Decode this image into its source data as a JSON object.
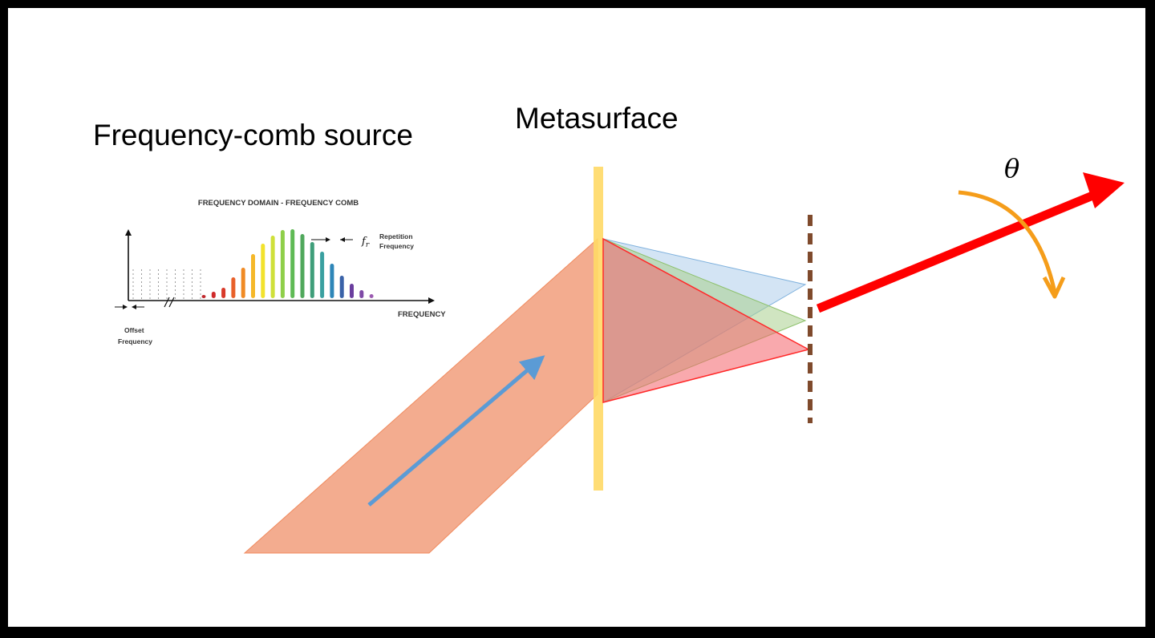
{
  "labels": {
    "source_title": "Frequency-comb source",
    "metasurface_title": "Metasurface",
    "angle_symbol": "θ"
  },
  "inset": {
    "title": "FREQUENCY DOMAIN - FREQUENCY COMB",
    "x_axis_label": "FREQUENCY",
    "offset_label_line1": "Offset",
    "offset_label_line2": "Frequency",
    "repetition_label_line1": "Repetition",
    "repetition_label_line2": "Frequency",
    "fr_symbol": "f",
    "fr_subscript": "r",
    "comb_teeth": [
      {
        "color": "#c0282d",
        "height": 0.03
      },
      {
        "color": "#cf2a2a",
        "height": 0.08
      },
      {
        "color": "#d83a2a",
        "height": 0.13
      },
      {
        "color": "#e8602a",
        "height": 0.26
      },
      {
        "color": "#f08a24",
        "height": 0.38
      },
      {
        "color": "#f5b82a",
        "height": 0.55
      },
      {
        "color": "#f2e22c",
        "height": 0.68
      },
      {
        "color": "#cfe03a",
        "height": 0.78
      },
      {
        "color": "#8fcf4a",
        "height": 0.85
      },
      {
        "color": "#5fba55",
        "height": 0.86
      },
      {
        "color": "#50a85c",
        "height": 0.8
      },
      {
        "color": "#3f9e7a",
        "height": 0.7
      },
      {
        "color": "#3aa0a0",
        "height": 0.58
      },
      {
        "color": "#2e86b8",
        "height": 0.43
      },
      {
        "color": "#3a62a8",
        "height": 0.28
      },
      {
        "color": "#6a3e9e",
        "height": 0.18
      },
      {
        "color": "#7e4aa6",
        "height": 0.1
      },
      {
        "color": "#9a5ab0",
        "height": 0.05
      }
    ]
  },
  "colors": {
    "incident_beam": "#f2a383",
    "beam_arrow": "#5b9bd5",
    "metasurface": "#ffd966",
    "red_cone": "#f4626a",
    "green_cone": "#a9d08e",
    "blue_cone": "#9dc3e6",
    "focal_plane": "#7f4a2c",
    "output_beam": "#ff0000",
    "angle_arrow": "#f59d1a"
  }
}
